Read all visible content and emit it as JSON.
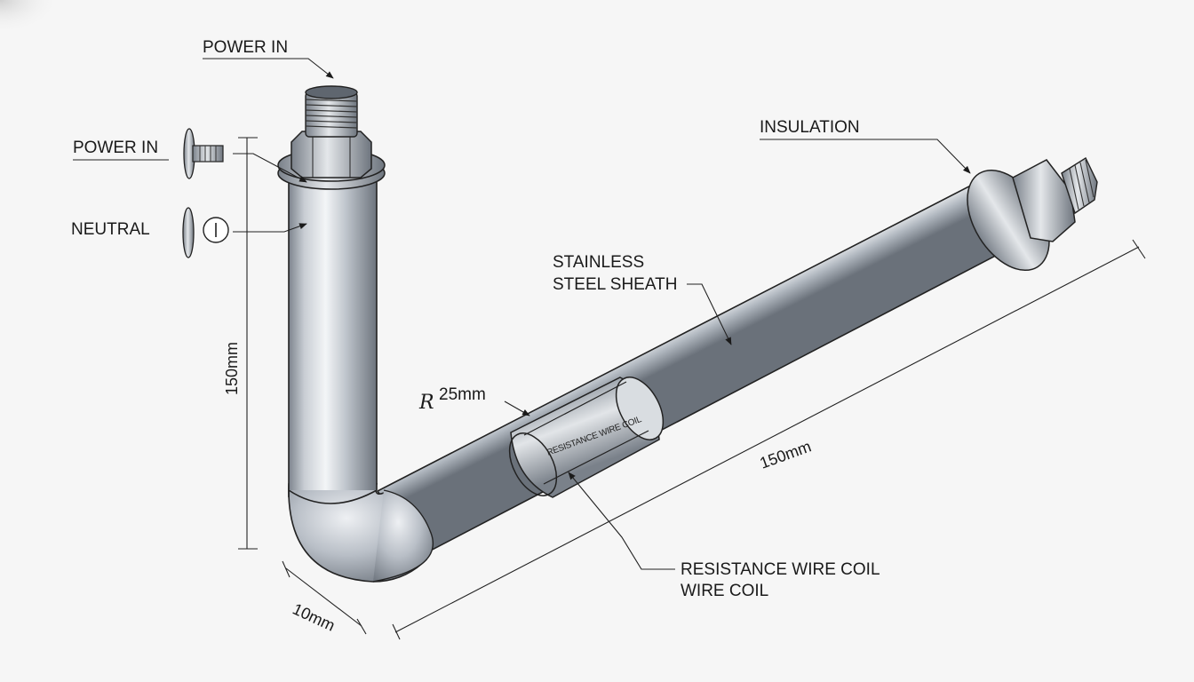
{
  "diagram": {
    "labels": {
      "power_in_top": "POWER IN",
      "power_in_left": "POWER IN",
      "neutral": "NEUTRAL",
      "insulation": "INSULATION",
      "sheath_line1": "STAINLESS",
      "sheath_line2": "STEEL SHEATH",
      "radius": "25mm",
      "radius_symbol": "R",
      "coil_line1": "RESISTANCE WIRE COIL",
      "coil_line2": "WIRE COIL",
      "coil_inside": "RESISTANCE WIRE COIL"
    },
    "dimensions": {
      "vertical_length": "150mm",
      "horizontal_length": "150mm",
      "diameter": "10mm"
    },
    "colors": {
      "background": "#f6f6f6",
      "steel_light": "#f2f4f6",
      "steel_mid": "#b8bec6",
      "steel_dark": "#6e757e",
      "ink": "#1a1a1a"
    },
    "icons": {
      "terminal_power": "terminal-screw-icon",
      "terminal_neutral": "terminal-neutral-icon",
      "fitting": "threaded-fitting-icon"
    }
  }
}
